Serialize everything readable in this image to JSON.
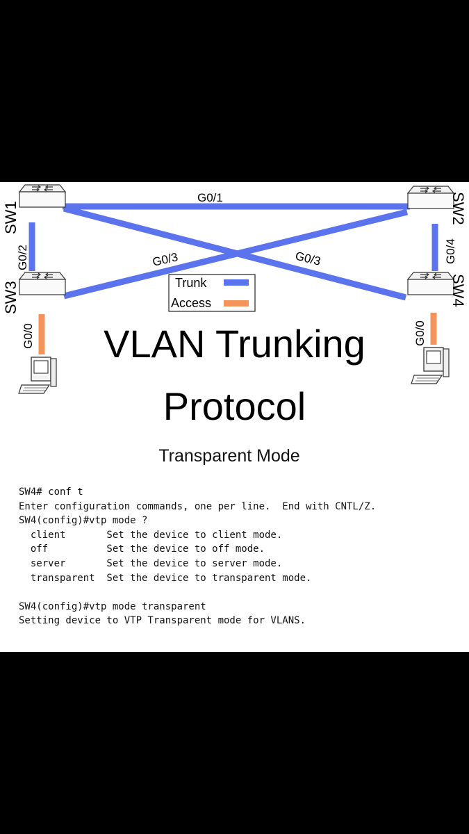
{
  "diagram": {
    "switches": [
      {
        "id": "sw1",
        "label": "SW1"
      },
      {
        "id": "sw2",
        "label": "SW2"
      },
      {
        "id": "sw3",
        "label": "SW3"
      },
      {
        "id": "sw4",
        "label": "SW4"
      }
    ],
    "links": [
      {
        "from": "SW1",
        "to": "SW2",
        "type": "trunk",
        "port": "G0/1"
      },
      {
        "from": "SW1",
        "to": "SW3",
        "type": "trunk",
        "port": "G0/2"
      },
      {
        "from": "SW2",
        "to": "SW4",
        "type": "trunk",
        "port": "G0/4"
      },
      {
        "from": "SW2",
        "to": "SW3",
        "type": "trunk",
        "port": "G0/3"
      },
      {
        "from": "SW1",
        "to": "SW4",
        "type": "trunk",
        "port": "G0/3"
      },
      {
        "from": "SW3",
        "to": "PC1",
        "type": "access",
        "port": "G0/0"
      },
      {
        "from": "SW4",
        "to": "PC2",
        "type": "access",
        "port": "G0/0"
      }
    ],
    "legend": {
      "trunk_label": "Trunk",
      "access_label": "Access"
    },
    "colors": {
      "trunk": "#5b73ec",
      "access": "#f4935a"
    }
  },
  "title": {
    "line1": "VLAN Trunking",
    "line2": "Protocol"
  },
  "subtitle": "Transparent Mode",
  "terminal": {
    "lines": [
      "SW4# conf t",
      "Enter configuration commands, one per line.  End with CNTL/Z.",
      "SW4(config)#vtp mode ?",
      "  client       Set the device to client mode.",
      "  off          Set the device to off mode.",
      "  server       Set the device to server mode.",
      "  transparent  Set the device to transparent mode.",
      "",
      "SW4(config)#vtp mode transparent",
      "Setting device to VTP Transparent mode for VLANS."
    ]
  }
}
